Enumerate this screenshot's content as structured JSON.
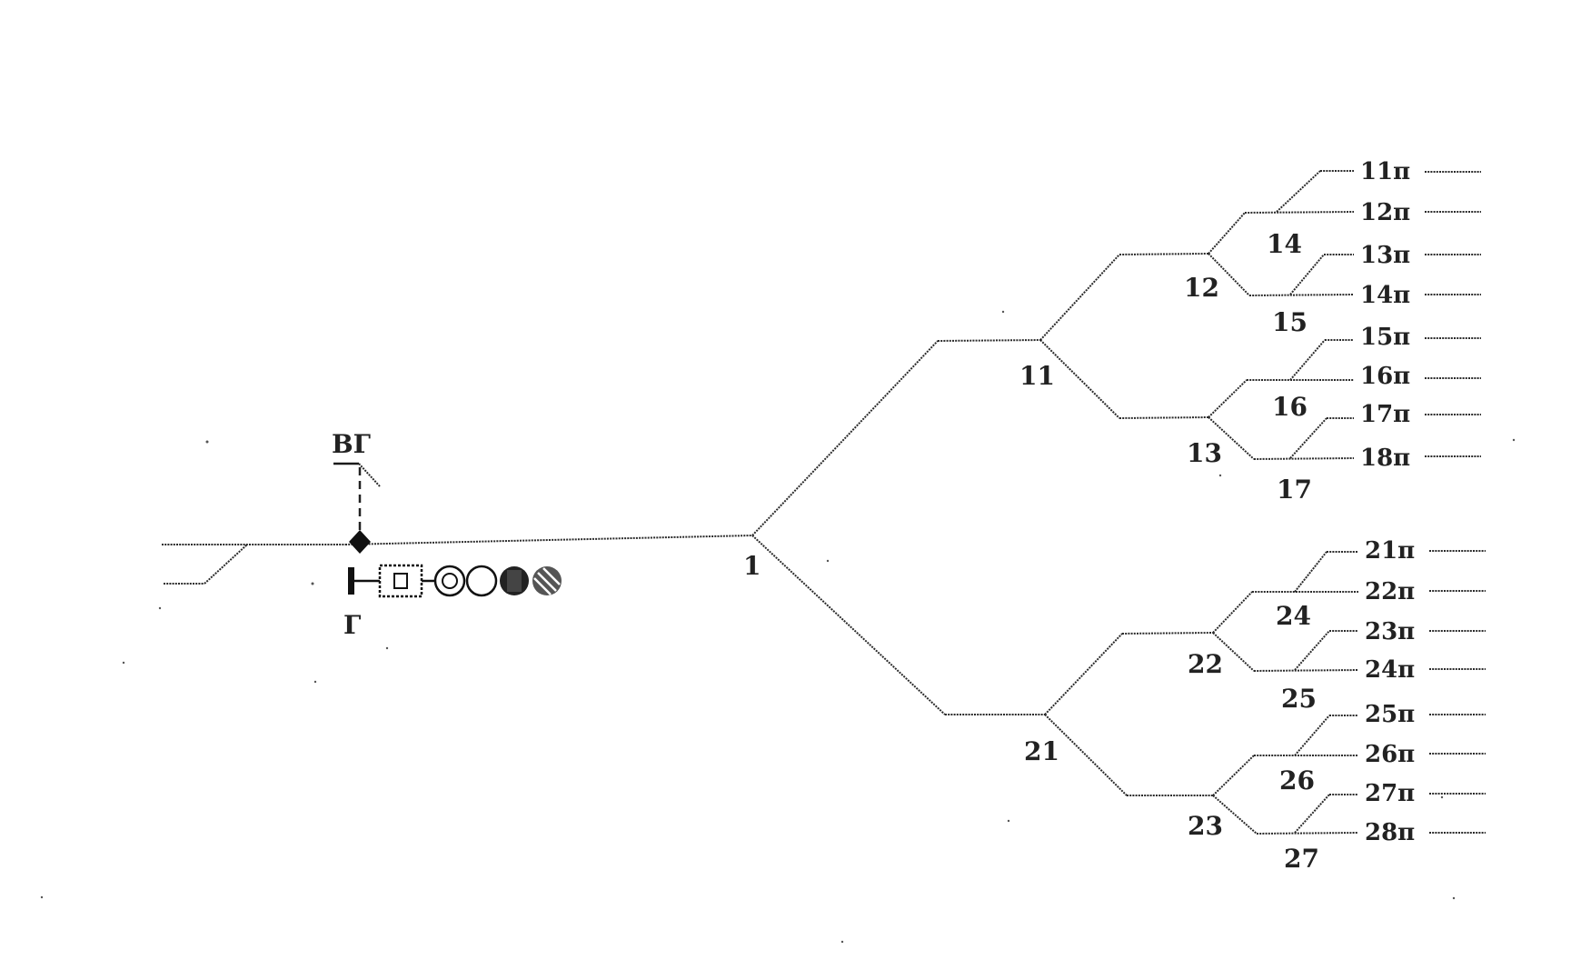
{
  "diagram": {
    "junction_labels": {
      "root": "1",
      "upper": "11",
      "lower": "21",
      "upper_a": "12",
      "upper_b": "13",
      "lower_a": "22",
      "lower_b": "23",
      "sub_14": "14",
      "sub_15": "15",
      "sub_16": "16",
      "sub_17": "17",
      "sub_24": "24",
      "sub_25": "25",
      "sub_26": "26",
      "sub_27": "27"
    },
    "track_labels": [
      "11п",
      "12п",
      "13п",
      "14п",
      "15п",
      "16п",
      "17п",
      "18п",
      "21п",
      "22п",
      "23п",
      "24п",
      "25п",
      "26п",
      "27п",
      "28п"
    ],
    "hump_label": "ВГ",
    "train_label": "Г"
  }
}
